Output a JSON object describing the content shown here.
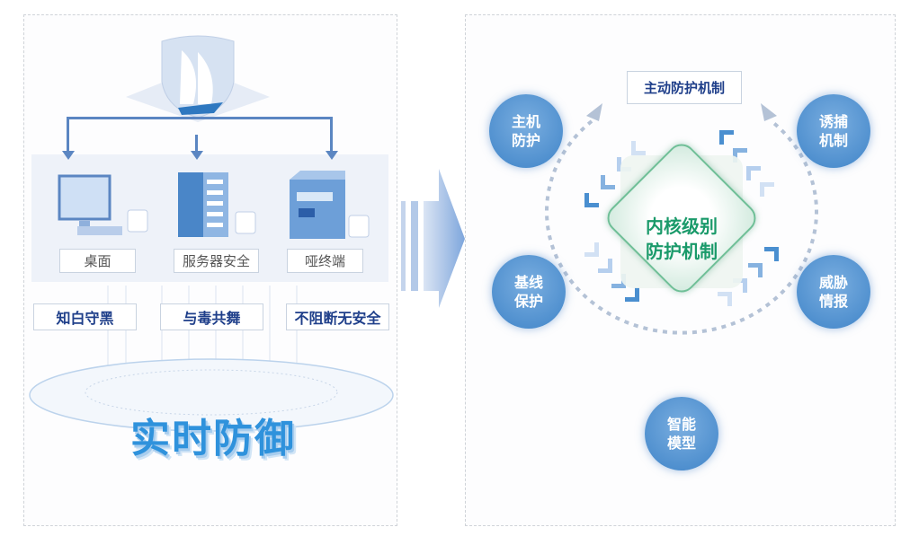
{
  "left": {
    "devices": [
      {
        "label": "桌面"
      },
      {
        "label": "服务器安全"
      },
      {
        "label": "哑终端"
      }
    ],
    "principles": [
      {
        "label": "知白守黑"
      },
      {
        "label": "与毒共舞"
      },
      {
        "label": "不阻断无安全"
      }
    ],
    "title": "实时防御"
  },
  "right": {
    "top_label": "主动防护机制",
    "center": {
      "line1": "内核级别",
      "line2": "防护机制"
    },
    "nodes": [
      {
        "line1": "主机",
        "line2": "防护"
      },
      {
        "line1": "诱捕",
        "line2": "机制"
      },
      {
        "line1": "基线",
        "line2": "保护"
      },
      {
        "line1": "威胁",
        "line2": "情报"
      },
      {
        "line1": "智能",
        "line2": "模型"
      }
    ]
  },
  "colors": {
    "accent": "#3f84c8",
    "green": "#1a9a6a",
    "navy": "#1f3f8a"
  }
}
